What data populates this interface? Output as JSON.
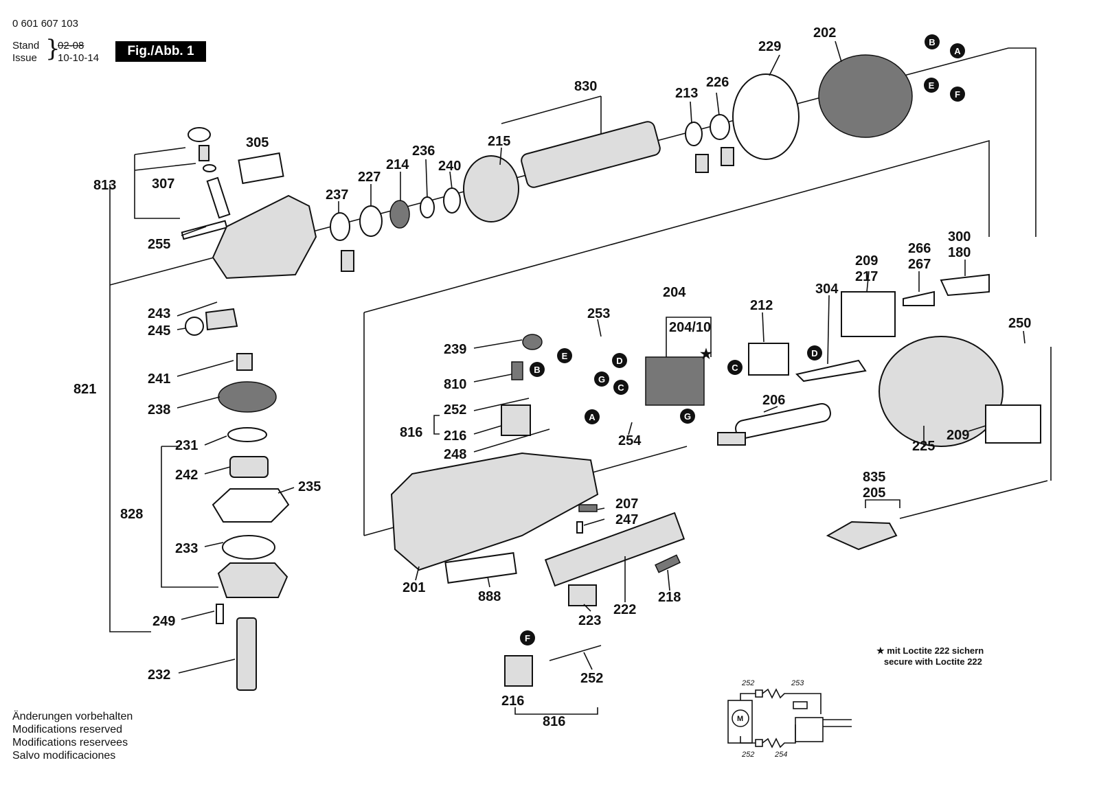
{
  "header": {
    "doc_number": "0 601 607 103",
    "stand_label": "Stand",
    "issue_label": "Issue",
    "old_date": "02-08",
    "new_date": "10-10-14",
    "figure_label": "Fig./Abb. 1"
  },
  "notes": [
    "Änderungen vorbehalten",
    "Modifications reserved",
    "Modifications reservees",
    "Salvo modificaciones"
  ],
  "loctite": {
    "symbol": "★",
    "line1": "mit Loctite 222 sichern",
    "line2": "secure with Loctite 222"
  },
  "connectors": {
    "a": "A",
    "b": "B",
    "c": "C",
    "d": "D",
    "e": "E",
    "f": "F",
    "g": "G"
  },
  "parts": {
    "p202": "202",
    "p229": "229",
    "p830": "830",
    "p213": "213",
    "p226": "226",
    "p305": "305",
    "p215": "215",
    "p236": "236",
    "p214": "214",
    "p240": "240",
    "p227": "227",
    "p237": "237",
    "p813": "813",
    "p307": "307",
    "p255": "255",
    "p243": "243",
    "p245": "245",
    "p241": "241",
    "p238": "238",
    "p821": "821",
    "p231": "231",
    "p242": "242",
    "p235": "235",
    "p828": "828",
    "p233": "233",
    "p249": "249",
    "p232": "232",
    "p204": "204",
    "p204_10": "204/10",
    "p253": "253",
    "p212": "212",
    "p304": "304",
    "p209a": "209",
    "p217": "217",
    "p266": "266",
    "p267": "267",
    "p300": "300",
    "p180": "180",
    "p250": "250",
    "p239": "239",
    "p810": "810",
    "p252a": "252",
    "p816a": "816",
    "p216a": "216",
    "p248": "248",
    "p254": "254",
    "p206": "206",
    "p225": "225",
    "p209b": "209",
    "p835": "835",
    "p205": "205",
    "p207": "207",
    "p247": "247",
    "p201": "201",
    "p888": "888",
    "p222": "222",
    "p218": "218",
    "p223": "223",
    "p252b": "252",
    "p216b": "216",
    "p816b": "816"
  },
  "schematic": {
    "top_left": "252",
    "top_right": "253",
    "bottom_left": "252",
    "bottom_right": "254",
    "motor": "M"
  }
}
